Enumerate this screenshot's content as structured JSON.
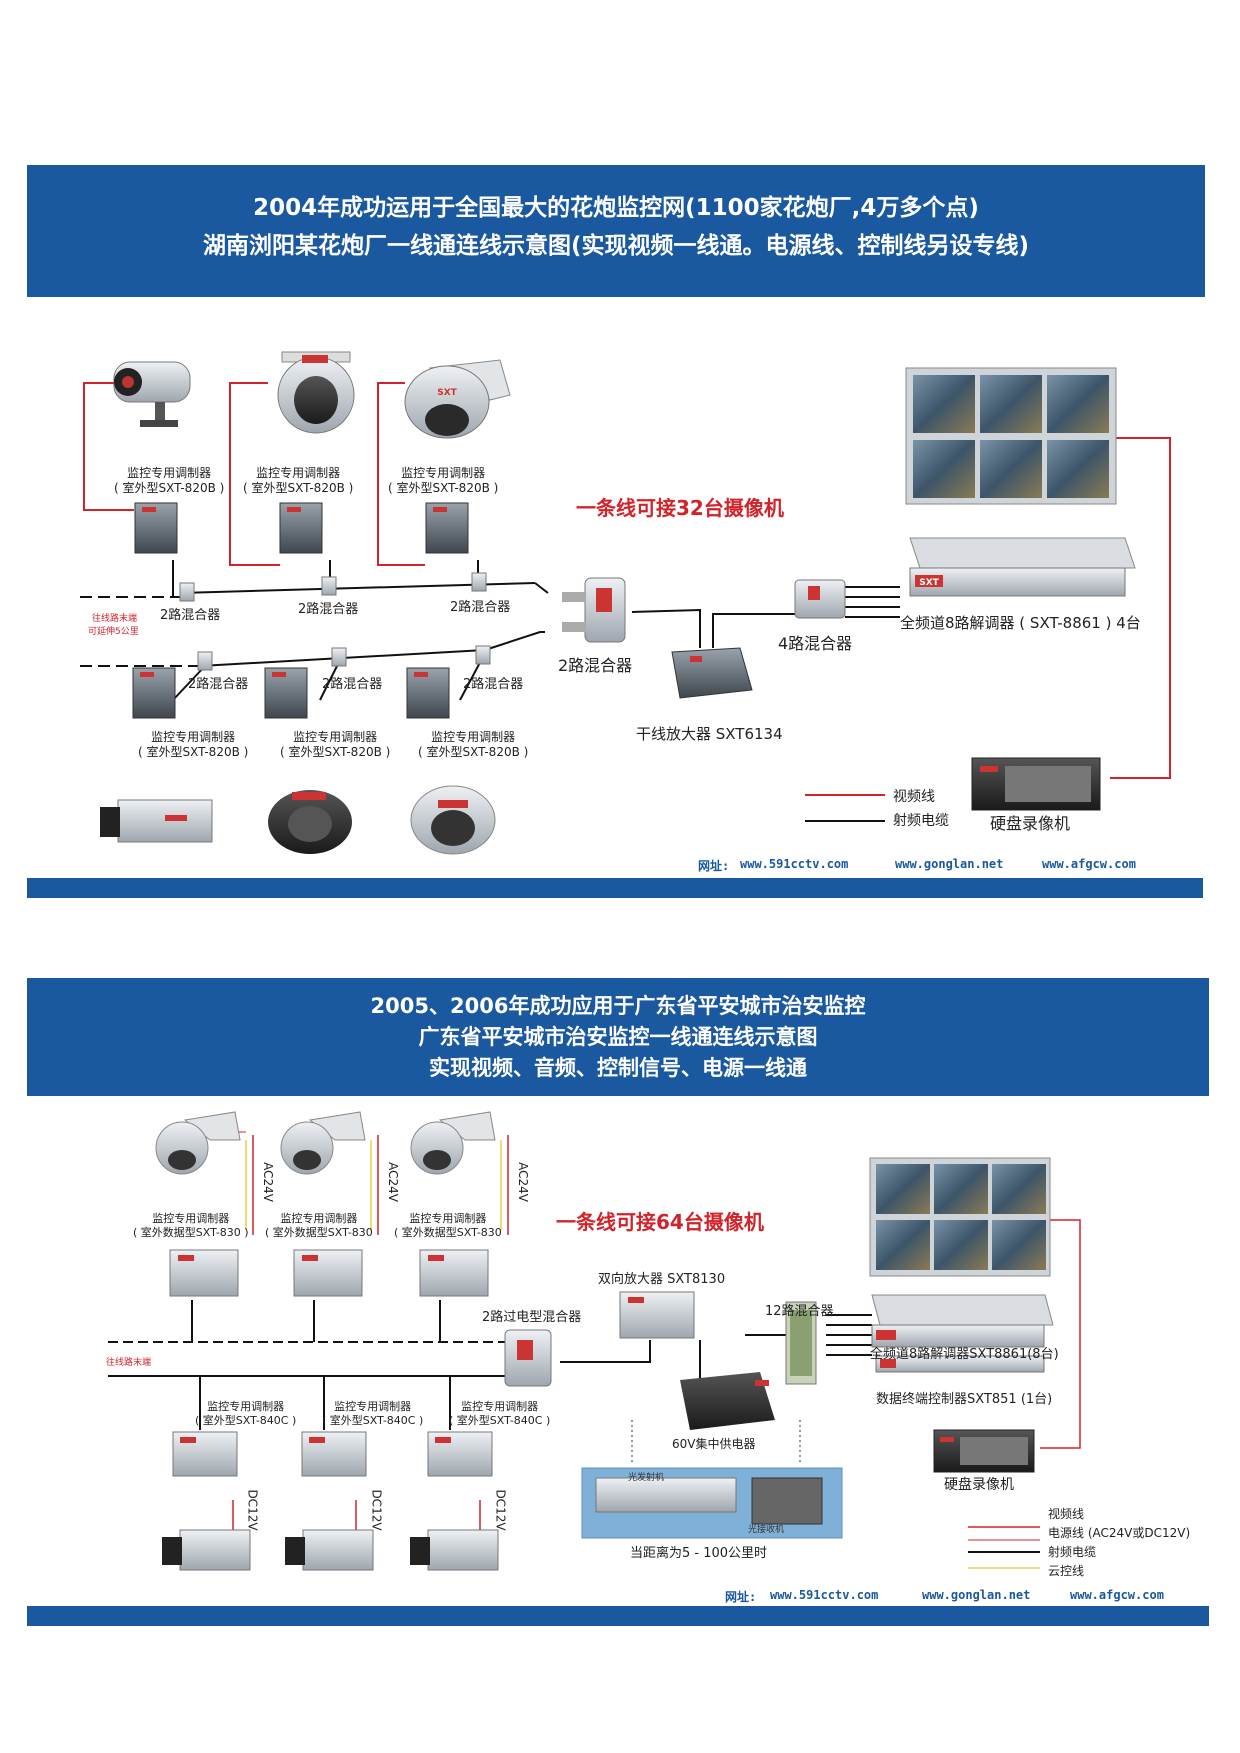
{
  "colors": {
    "banner": "#1a58a0",
    "video_line": "#d3232a",
    "rf_line": "#111111",
    "power_line": "#d3232a",
    "cloud_line": "#e8d14a"
  },
  "panel1": {
    "title_line1": "2004年成功运用于全国最大的花炮监控网(1100家花炮厂,4万多个点)",
    "title_line2": "湖南浏阳某花炮厂一线通连线示意图(实现视频一线通。电源线、控制线另设专线)",
    "callout": "一条线可接32台摄像机",
    "modulator_name": "监控专用调制器",
    "modulator_model_a": "( 室外型SXT-820B )",
    "modulator_model_b": "( 室外型SXT-820B )",
    "modulator_model_c": "( 室外型SXT-820B )",
    "modulator_model_d": "( 室外型SXT-820B )",
    "modulator_model_e": "( 室外型SXT-820B )",
    "modulator_model_f": "( 室外型SXT-820B )",
    "mixer2": "2路混合器",
    "mixer2_main": "2路混合器",
    "mixer4": "4路混合器",
    "amplifier": "干线放大器  SXT6134",
    "demodulator": "全频道8路解调器 ( SXT-8861 ) 4台",
    "dvr": "硬盘录像机",
    "line_end_1": "往线路末端",
    "line_end_2": "可延伸5公里",
    "legend": [
      "视频线",
      "射频电缆"
    ],
    "brand": "SXT",
    "website_label": "网址:",
    "websites": [
      "www.591cctv.com",
      "www.gonglan.net",
      "www.afgcw.com"
    ]
  },
  "panel2": {
    "title_line1": "2005、2006年成功应用于广东省平安城市治安监控",
    "title_line2": "广东省平安城市治安监控一线通连线示意图",
    "title_line3": "实现视频、音频、控制信号、电源一线通",
    "callout": "一条线可接64台摄像机",
    "modulator_name": "监控专用调制器",
    "modulator_top_a": "( 室外数据型SXT-830 )",
    "modulator_top_b": "( 室外数据型SXT-830",
    "modulator_top_c": "( 室外数据型SXT-830",
    "modulator_bottom": "( 室外型SXT-840C )",
    "ac_label": "AC24V",
    "dc_label": "DC12V",
    "mixer_power": "2路过电型混合器",
    "bidir_amp": "双向放大器 SXT8130",
    "mixer12": "12路混合器",
    "demodulator": "全频道8路解调器SXT8861(8台)",
    "controller": "数据终端控制器SXT851 (1台)",
    "power_supply": "60V集中供电器",
    "fiber_tx": "光发射机",
    "fiber_rx": "光接收机",
    "distance": "当距离为5 - 100公里时",
    "dvr": "硬盘录像机",
    "line_end": "往线路末端",
    "legend": [
      "视频线",
      "电源线 (AC24V或DC12V)",
      "射频电缆",
      "云控线"
    ],
    "brand": "SXT",
    "website_label": "网址:",
    "websites": [
      "www.591cctv.com",
      "www.gonglan.net",
      "www.afgcw.com"
    ]
  }
}
